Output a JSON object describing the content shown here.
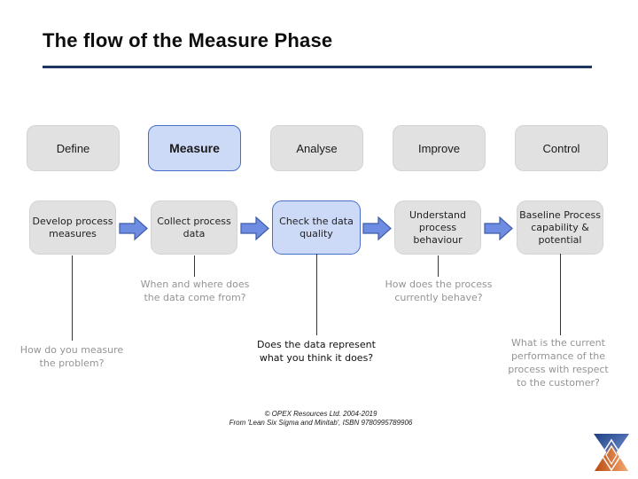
{
  "slide": {
    "title": "The flow of the Measure Phase",
    "footer_line1": "© OPEX Resources Ltd. 2004-2019",
    "footer_line2": "From 'Lean Six Sigma and Minitab', ISBN 9780995789906"
  },
  "colors": {
    "title_underline": "#1f3560",
    "phase_active_fill": "#ccd9f7",
    "phase_active_border": "#4a6ec8",
    "box_gray_fill": "#e1e1e1",
    "arrow_fill": "#6e8ce2",
    "arrow_border": "#3f5ca8",
    "question_gray": "#949494",
    "logo_blue_dark": "#1e3f7f",
    "logo_blue_light": "#7a9ae0",
    "logo_orange_dark": "#b84a10",
    "logo_orange_light": "#f4a970"
  },
  "phases": [
    {
      "label": "Define",
      "active": false
    },
    {
      "label": "Measure",
      "active": true
    },
    {
      "label": "Analyse",
      "active": false
    },
    {
      "label": "Improve",
      "active": false
    },
    {
      "label": "Control",
      "active": false
    }
  ],
  "steps": [
    {
      "label": "Develop process measures",
      "active": false
    },
    {
      "label": "Collect process data",
      "active": false
    },
    {
      "label": "Check the data quality",
      "active": true
    },
    {
      "label": "Understand process behaviour",
      "active": false
    },
    {
      "label": "Baseline Process capability & potential",
      "active": false
    }
  ],
  "questions": [
    {
      "text": "When and where does the data come from?",
      "emphasis": false
    },
    {
      "text": "How does the process currently behave?",
      "emphasis": false
    },
    {
      "text": "How do you measure the problem?",
      "emphasis": false
    },
    {
      "text": "Does the data represent what you think it does?",
      "emphasis": true
    },
    {
      "text": "What is the current performance of the process with respect to the customer?",
      "emphasis": false
    }
  ]
}
